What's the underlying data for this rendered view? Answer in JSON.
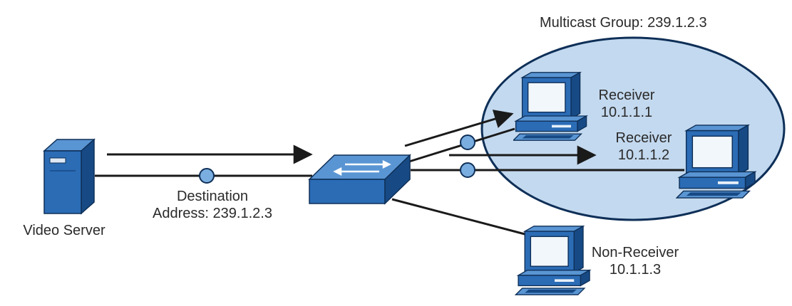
{
  "group_label": "Multicast Group: 239.1.2.3",
  "server": {
    "label": "Video Server"
  },
  "destination": {
    "line1": "Destination",
    "line2": "Address: 239.1.2.3"
  },
  "receiver1": {
    "role": "Receiver",
    "ip": "10.1.1.1"
  },
  "receiver2": {
    "role": "Receiver",
    "ip": "10.1.1.2"
  },
  "nonreceiver": {
    "role": "Non-Receiver",
    "ip": "10.1.1.3"
  },
  "colors": {
    "device_fill": "#2b6cb5",
    "device_dark": "#174a85",
    "device_light": "#5a95d3",
    "group_fill": "#c3d9ef",
    "packet_fill": "#7aaee0",
    "line": "#1a1a1a"
  }
}
